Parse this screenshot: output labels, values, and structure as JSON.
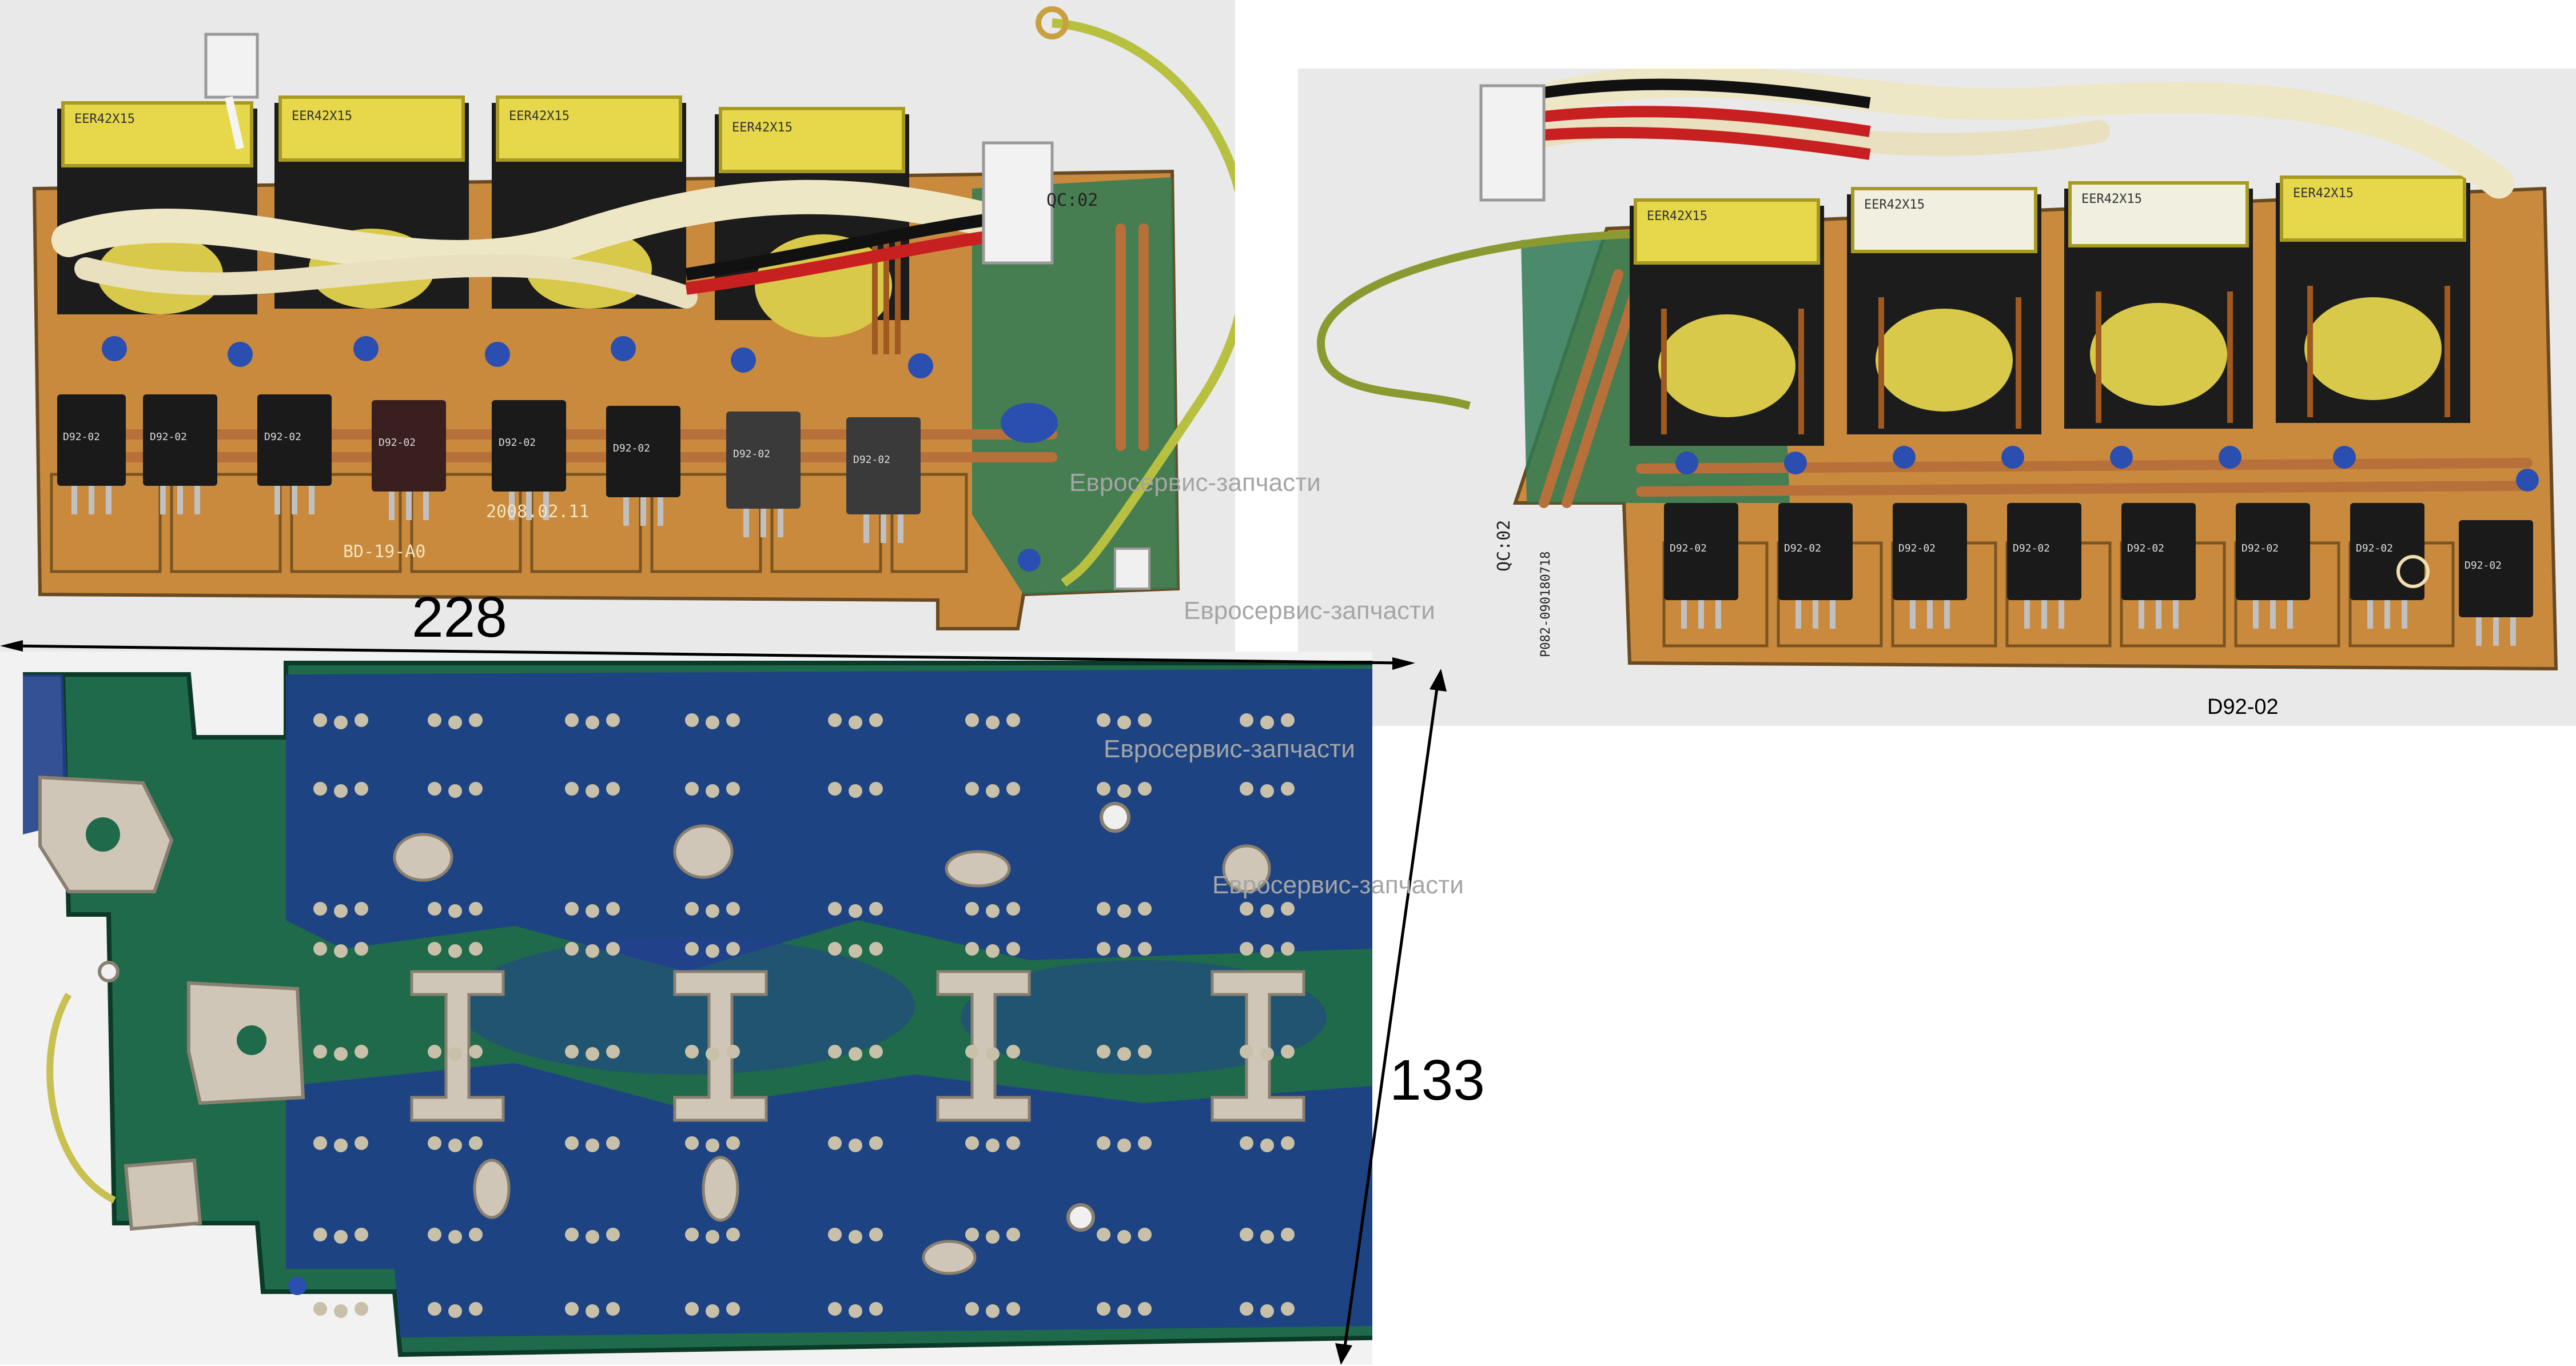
{
  "annotations": {
    "width_mm": "228",
    "height_mm": "133",
    "model_code": "D92-02"
  },
  "watermark": "Евросервис-запчасти",
  "boards": {
    "top_left": {
      "silkscreen_label": "BD-19-A0",
      "date_code": "2008.02.11",
      "qc_label": "QC:02",
      "transformer_labels": [
        "EER42X15",
        "EER42X15",
        "EER42X15",
        "EER42X15"
      ],
      "transistor_labels": [
        "D92-02",
        "D92-02",
        "D92-02",
        "D92-02",
        "D92-02",
        "D92-02",
        "D92-02",
        "D92-02"
      ]
    },
    "top_right": {
      "qc_label": "QC:02",
      "pcb_code": "P082-090180718",
      "transformer_labels": [
        "EER42X15",
        "EER42X15",
        "EER42X15",
        "EER42X15"
      ],
      "transistor_labels": [
        "D92-02",
        "D92-02",
        "D92-02",
        "D92-02",
        "D92-02",
        "D92-02",
        "D92-02",
        "D92-02"
      ]
    }
  },
  "colors": {
    "pcb_brown": "#c98a3e",
    "pcb_green": "#2f7a55",
    "solder_mask_blue": "#1e3f8a",
    "transformer_yellow": "#e6d84a",
    "copper": "#b8703a"
  }
}
